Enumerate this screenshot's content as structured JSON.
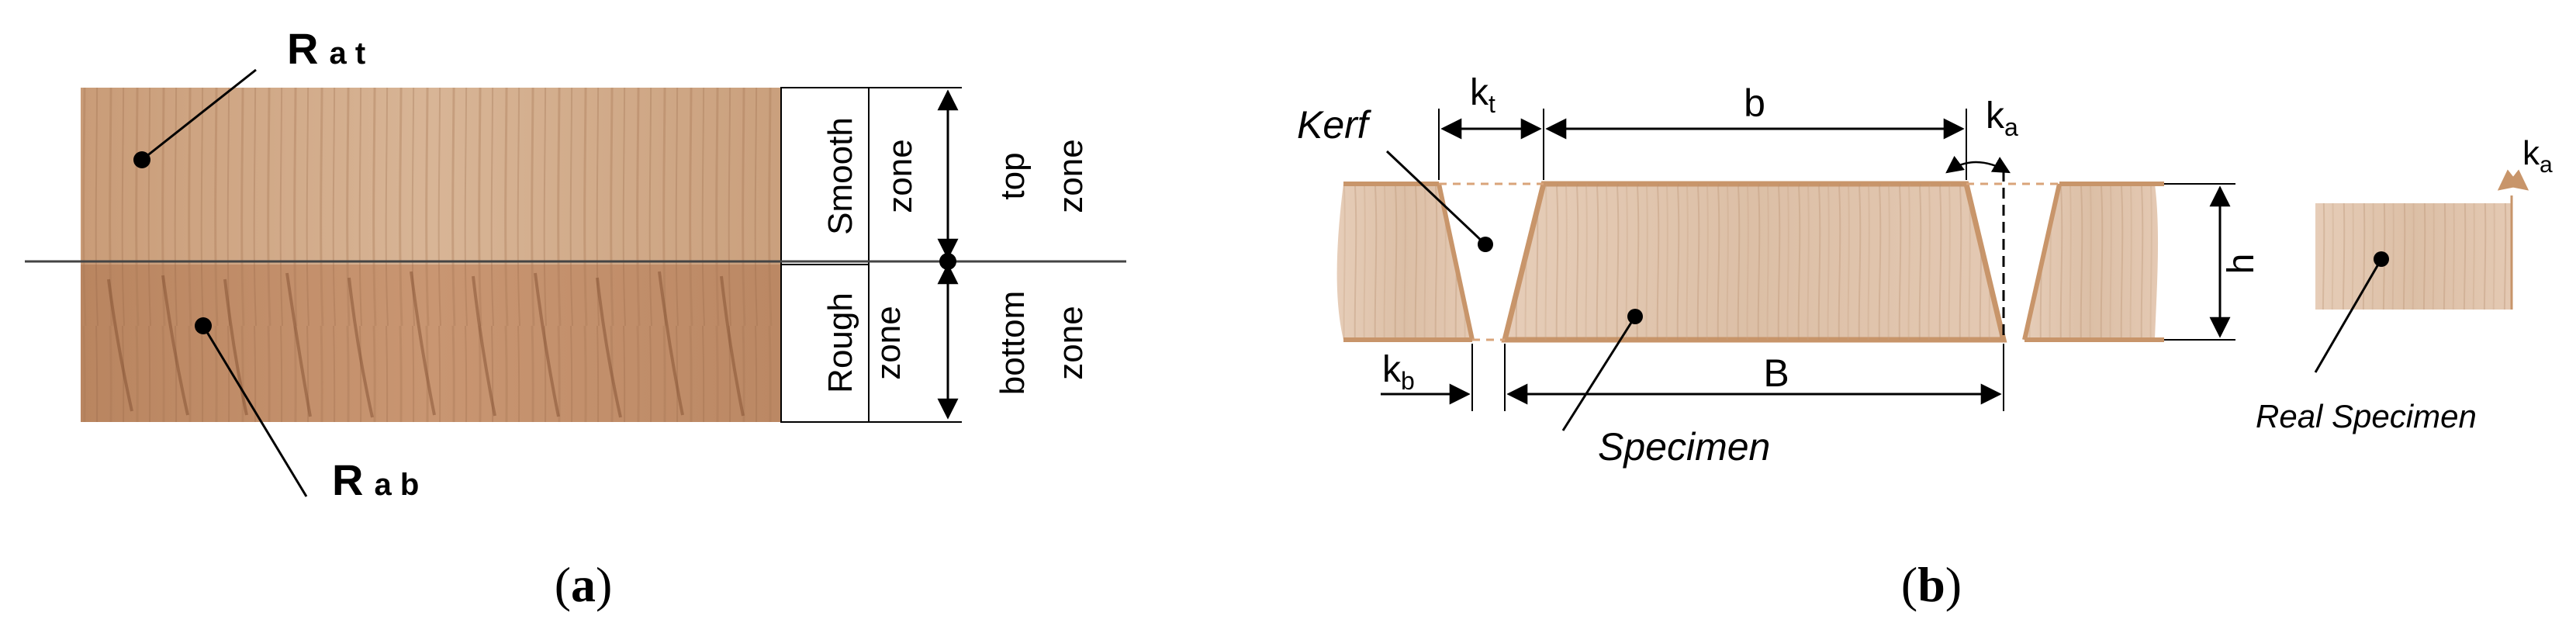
{
  "panel_a": {
    "caption_open": "(",
    "caption_letter": "a",
    "caption_close": ")",
    "label_rat_main": "R",
    "label_rat_sub": "a t",
    "label_rab_main": "R",
    "label_rab_sub": "a b",
    "smooth_line1": "Smooth",
    "smooth_line2": "zone",
    "rough_line1": "Rough",
    "rough_line2": "zone",
    "top_line1": "top",
    "top_line2": "zone",
    "bottom_line1": "bottom",
    "bottom_line2": "zone"
  },
  "panel_b": {
    "caption_open": "(",
    "caption_letter": "b",
    "caption_close": ")",
    "kerf": "Kerf",
    "specimen": "Specimen",
    "real_specimen": "Real Specimen",
    "kt_main": "k",
    "kt_sub": "t",
    "kb_main": "k",
    "kb_sub": "b",
    "ka_main": "k",
    "ka_sub": "a",
    "ka2_main": "k",
    "ka2_sub": "a",
    "b_label": "b",
    "B_label": "B",
    "h_label": "h"
  },
  "colors": {
    "wood_light": "#d9b89f",
    "wood_mid": "#c99a76",
    "wood_dark": "#a8714f",
    "outline": "#c8956a",
    "line": "#000000"
  }
}
